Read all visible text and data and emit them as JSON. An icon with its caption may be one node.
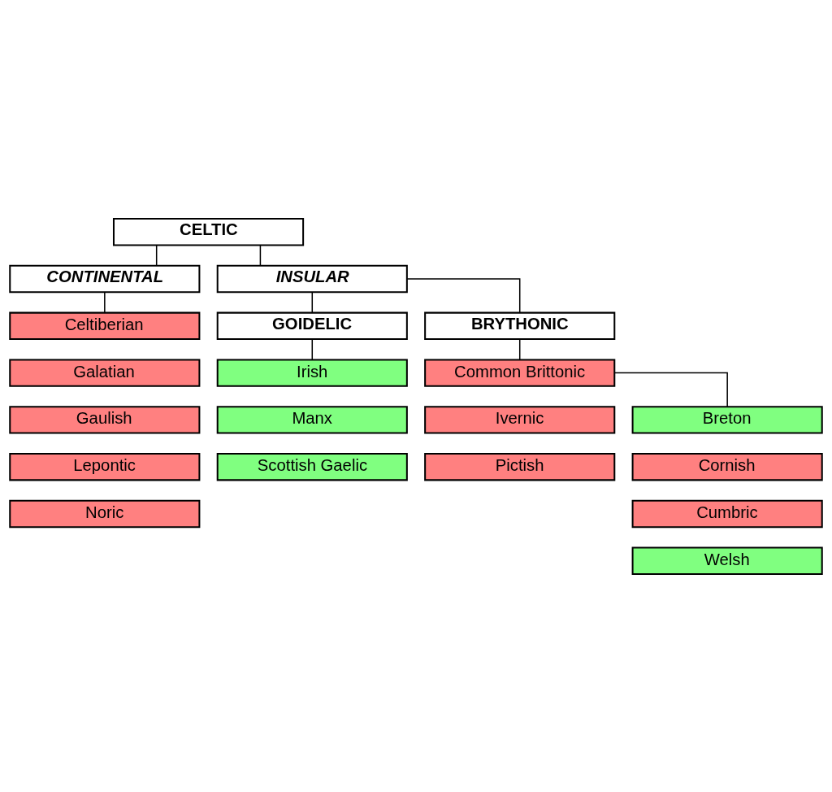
{
  "diagram": {
    "nodes": [
      {
        "text": [
          "CELTIC"
        ]
      },
      {
        "text": [
          "CONTINENTAL"
        ]
      },
      {
        "text": [
          "Celtiberian"
        ]
      },
      {
        "text": [
          "Galatian"
        ]
      },
      {
        "text": [
          "Gaulish"
        ]
      },
      {
        "text": [
          "Lepontic"
        ]
      },
      {
        "text": [
          "Noric"
        ]
      },
      {
        "text": [
          "INSULAR"
        ]
      },
      {
        "text": [
          "GOIDELIC"
        ]
      },
      {
        "text": [
          "BRYTHONIC"
        ]
      },
      {
        "text": [
          "Irish"
        ]
      },
      {
        "text": [
          "Manx"
        ]
      },
      {
        "text": [
          "Scottish Gaelic"
        ]
      },
      {
        "text": [
          "Common Brittonic"
        ]
      },
      {
        "text": [
          "Ivernic"
        ]
      },
      {
        "text": [
          "Pictish"
        ]
      },
      {
        "text": [
          "Breton"
        ]
      },
      {
        "text": [
          "Cornish"
        ]
      },
      {
        "text": [
          "Cumbric"
        ]
      },
      {
        "text": [
          "Welsh"
        ]
      }
    ],
    "edges": [
      {
        "from": 0,
        "to": 1,
        "arrow": "none"
      },
      {
        "from": 0,
        "to": 7,
        "arrow": "none"
      },
      {
        "from": 1,
        "to": 2,
        "arrow": "none"
      },
      {
        "from": 7,
        "to": 8,
        "arrow": "none"
      },
      {
        "from": 7,
        "to": 9,
        "arrow": "none"
      },
      {
        "from": 8,
        "to": 10,
        "arrow": "none"
      },
      {
        "from": 9,
        "to": 13,
        "arrow": "none"
      },
      {
        "from": 13,
        "to": 16,
        "arrow": "none"
      }
    ]
  }
}
